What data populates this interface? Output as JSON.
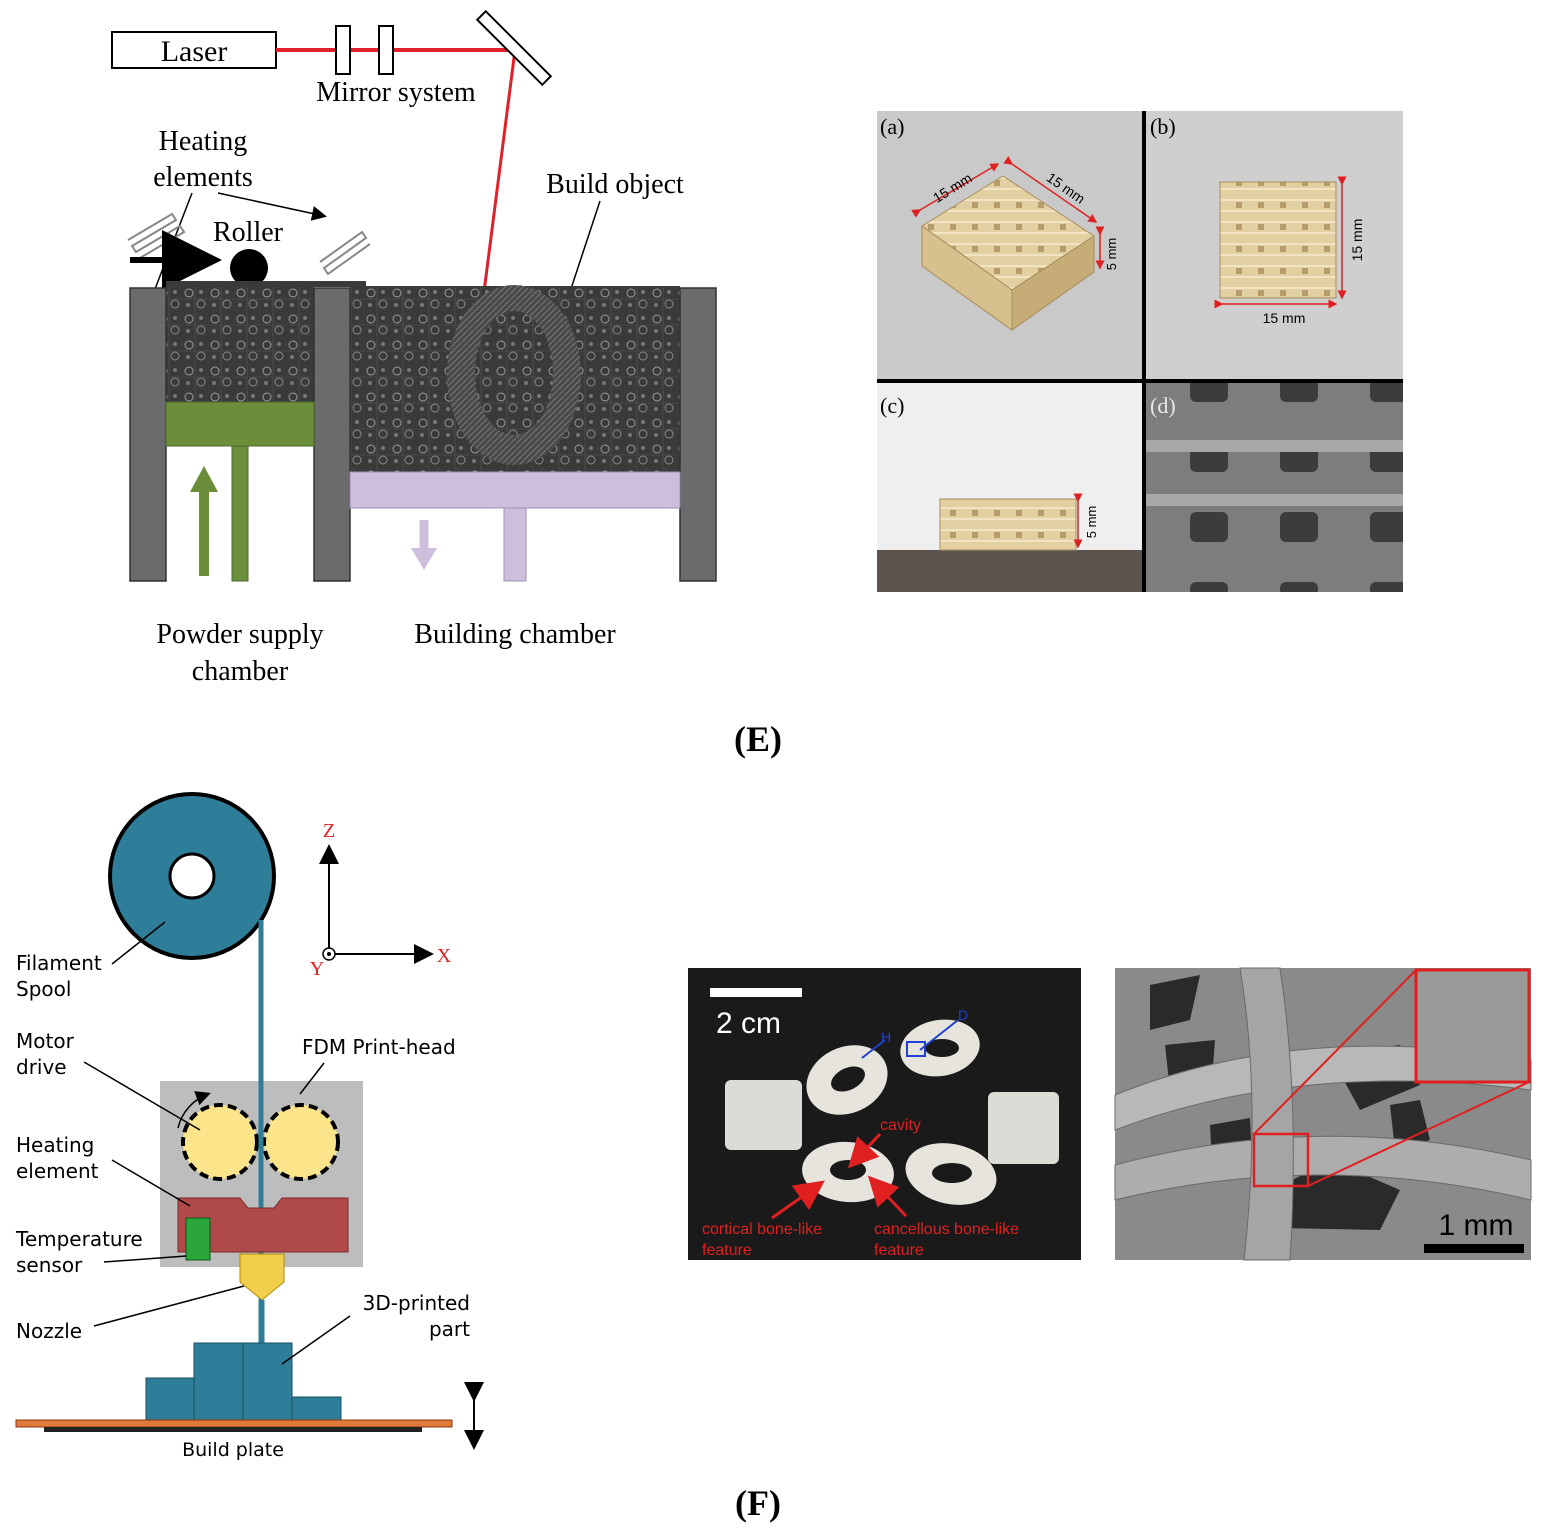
{
  "panel_e": {
    "caption": "(E)",
    "sls": {
      "laser": "Laser",
      "mirror_system": "Mirror system",
      "heating_elements_line1": "Heating",
      "heating_elements_line2": "elements",
      "roller": "Roller",
      "build_object": "Build object",
      "powder_supply_line1": "Powder supply",
      "powder_supply_line2": "chamber",
      "building_chamber": "Building chamber"
    },
    "photos": {
      "a": {
        "tag": "(a)",
        "dim1": "15 mm",
        "dim2": "15 mm",
        "dim3": "5 mm"
      },
      "b": {
        "tag": "(b)",
        "dim1": "15 mm",
        "dim2": "15 mm"
      },
      "c": {
        "tag": "(c)",
        "dim1": "5 mm"
      },
      "d": {
        "tag": "(d)"
      }
    }
  },
  "panel_f": {
    "caption": "(F)",
    "fdm": {
      "axis_z": "Z",
      "axis_x": "X",
      "axis_y": "Y",
      "filament_line1": "Filament",
      "filament_line2": "Spool",
      "motor_line1": "Motor",
      "motor_line2": "drive",
      "print_head": "FDM Print-head",
      "heating_line1": "Heating",
      "heating_line2": "element",
      "temp_line1": "Temperature",
      "temp_line2": "sensor",
      "nozzle": "Nozzle",
      "part_line1": "3D-printed",
      "part_line2": "part",
      "build_plate": "Build plate"
    },
    "photo_bone": {
      "scale": "2 cm",
      "h": "H",
      "d": "D",
      "cavity": "cavity",
      "cortical_line1": "cortical bone-like",
      "cortical_line2": "feature",
      "cancellous_line1": "cancellous bone-like",
      "cancellous_line2": "feature"
    },
    "sem": {
      "scale": "1 mm"
    }
  },
  "colors": {
    "laser_beam": "#e0202a",
    "supply_piston": "#6b8e3a",
    "build_piston": "#cdbfdc",
    "walls": "#6b6b6b",
    "spool": "#2e7d99",
    "motor": "#fbe48a",
    "heater": "#b04a4a",
    "sensor": "#2aa63a",
    "nozzle": "#f2cf4a",
    "plate": "#e07a3a",
    "annot_red": "#e02020",
    "annot_blue": "#2040d0"
  }
}
